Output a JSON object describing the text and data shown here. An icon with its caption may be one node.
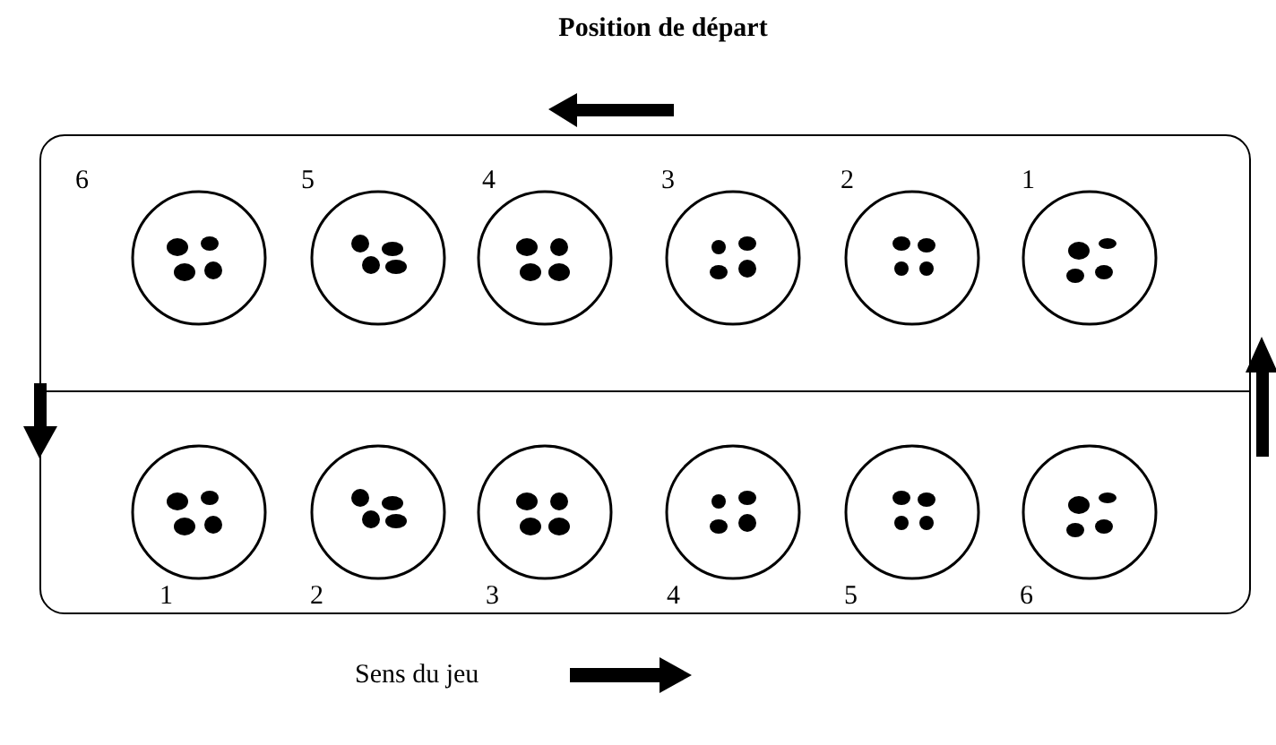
{
  "diagram": {
    "title": "Position de départ",
    "nodes": [
      {
        "text": [],
        "shape": "box"
      },
      {
        "text": [],
        "shape": "circle",
        "in": 0,
        "beside": [
          "6"
        ]
      },
      {
        "text": [],
        "shape": "circle",
        "in": 0,
        "beside": [
          "5"
        ]
      },
      {
        "text": [],
        "shape": "circle",
        "in": 0,
        "beside": [
          "4"
        ]
      },
      {
        "text": [],
        "shape": "circle",
        "in": 0,
        "beside": [
          "3"
        ]
      },
      {
        "text": [],
        "shape": "circle",
        "in": 0,
        "beside": [
          "2"
        ]
      },
      {
        "text": [],
        "shape": "circle",
        "in": 0,
        "beside": [
          "1"
        ]
      },
      {
        "text": [],
        "shape": "circle",
        "in": 0,
        "beside": [
          "1"
        ]
      },
      {
        "text": [],
        "shape": "circle",
        "in": 0,
        "beside": [
          "2"
        ]
      },
      {
        "text": [],
        "shape": "circle",
        "in": 0,
        "beside": [
          "3"
        ]
      },
      {
        "text": [],
        "shape": "circle",
        "in": 0,
        "beside": [
          "4"
        ]
      },
      {
        "text": [],
        "shape": "circle",
        "in": 0,
        "beside": [
          "5"
        ]
      },
      {
        "text": [],
        "shape": "circle",
        "in": 0,
        "beside": [
          "6"
        ]
      }
    ],
    "labels": [
      "Sens du jeu"
    ]
  }
}
